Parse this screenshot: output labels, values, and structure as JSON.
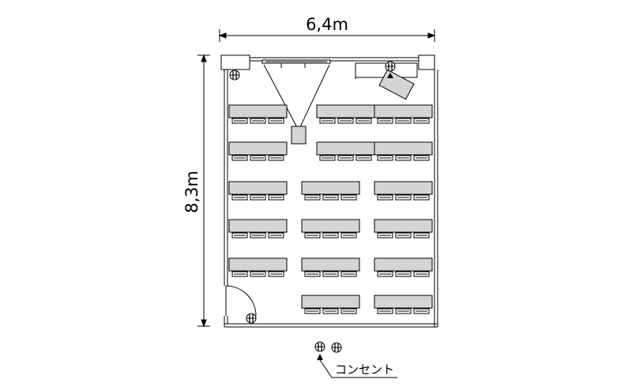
{
  "dimensions": {
    "width_label": "6,4m",
    "height_label": "8,3m"
  },
  "legend": {
    "outlet_label": "コンセント",
    "outlet_icon": "power-outlet-icon"
  },
  "room": {
    "table_rows": [
      [
        "table",
        "table",
        "table"
      ],
      [
        "table",
        "table",
        "table"
      ],
      [
        "table",
        "table",
        "table"
      ],
      [
        "table",
        "table",
        "table"
      ],
      [
        "table",
        "table",
        "table"
      ],
      [
        "",
        "table",
        "table"
      ]
    ],
    "chairs_per_table": 3,
    "colors": {
      "line": "#000000",
      "table_fill": "#d4d4d4",
      "background": "#ffffff"
    }
  }
}
